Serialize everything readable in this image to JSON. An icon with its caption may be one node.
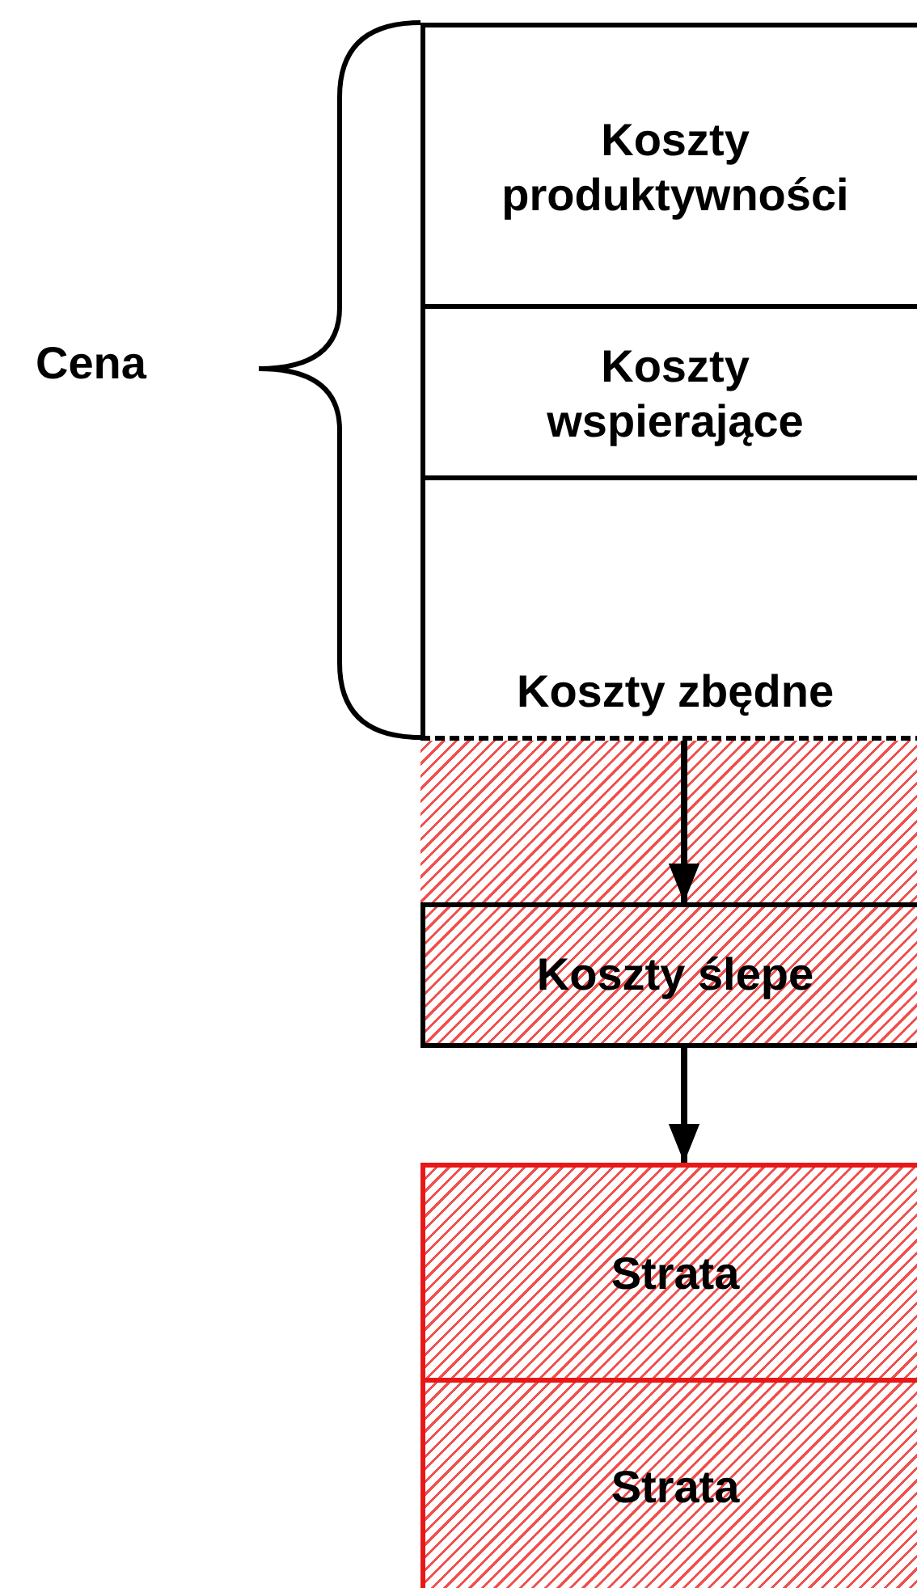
{
  "diagram": {
    "nodes": [
      {
        "text": [
          "Koszty produktywności"
        ]
      },
      {
        "text": [
          "Koszty wspierające"
        ]
      },
      {
        "text": [
          "Koszty zbędne"
        ]
      },
      {
        "text": [],
        "shape": "box"
      },
      {
        "text": [
          "Koszty ślepe"
        ]
      },
      {
        "text": [
          "Strata"
        ]
      },
      {
        "text": [
          "Strata"
        ]
      }
    ],
    "edges": [
      {
        "from": 3,
        "to": 4,
        "arrow": "to"
      },
      {
        "from": 4,
        "to": 5,
        "arrow": "to"
      }
    ],
    "labels": [
      "Cena"
    ]
  }
}
